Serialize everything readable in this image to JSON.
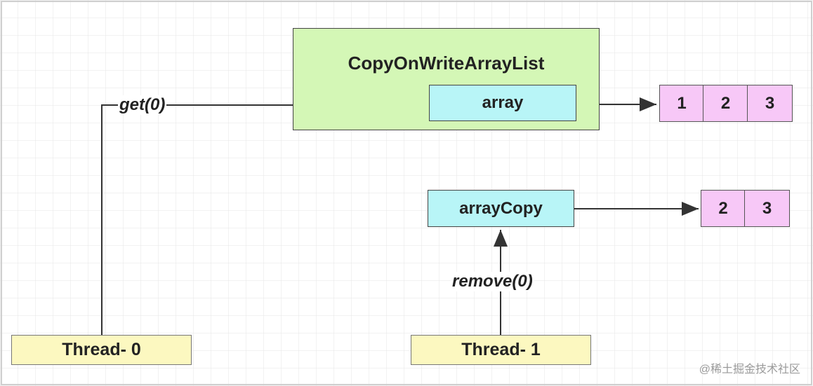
{
  "container": {
    "title": "CopyOnWriteArrayList"
  },
  "nodes": {
    "array": "array",
    "array_copy": "arrayCopy",
    "thread0": "Thread- 0",
    "thread1": "Thread- 1"
  },
  "edges": {
    "get_label": "get(0)",
    "remove_label": "remove(0)"
  },
  "original_array": [
    "1",
    "2",
    "3"
  ],
  "copied_array": [
    "2",
    "3"
  ],
  "watermark": "@稀土掘金技术社区",
  "colors": {
    "container_fill": "#d4f7b6",
    "array_fill": "#b8f5f7",
    "cell_fill": "#f7c8f7",
    "thread_fill": "#fcf8c0",
    "grid": "#e8e8e8"
  }
}
